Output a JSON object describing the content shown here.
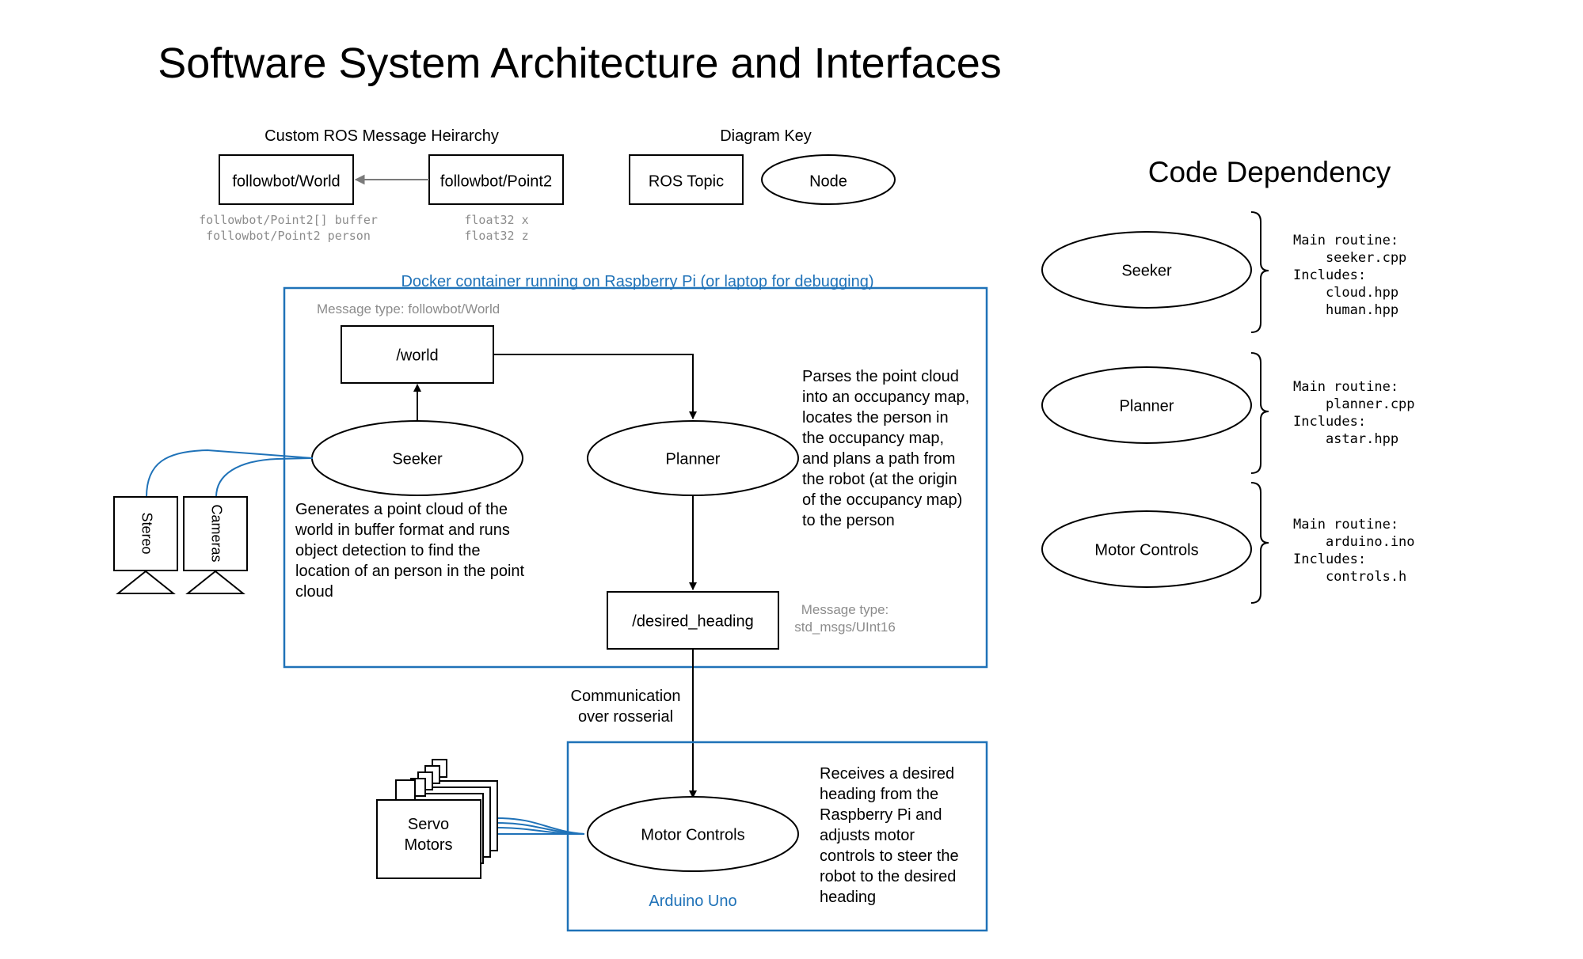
{
  "title": "Software System Architecture and Interfaces",
  "colors": {
    "line": "#000000",
    "accent": "#1f72b8",
    "gray": "#8c8c8c",
    "arrow_gray": "#7a7a7a"
  },
  "hierarchy": {
    "heading": "Custom ROS Message Heirarchy",
    "world_box": "followbot/World",
    "point_box": "followbot/Point2",
    "world_fields": [
      "followbot/Point2[] buffer",
      "followbot/Point2 person"
    ],
    "point_fields": [
      "float32 x",
      "float32 z"
    ]
  },
  "key": {
    "heading": "Diagram Key",
    "topic_label": "ROS Topic",
    "node_label": "Node"
  },
  "docker": {
    "caption": "Docker container running on Raspberry Pi (or laptop for debugging)",
    "world_msg_type": "Message type: followbot/World",
    "world_topic": "/world",
    "seeker": "Seeker",
    "planner": "Planner",
    "desired_heading": "/desired_heading",
    "heading_msg_type": [
      "Message type:",
      "std_msgs/UInt16"
    ],
    "seeker_desc": [
      "Generates a point cloud of the",
      "world in buffer format and runs",
      "object detection to find the",
      "location of an  person in the point",
      "cloud"
    ],
    "planner_desc": [
      "Parses the point cloud",
      "into an occupancy map,",
      "locates the person in",
      "the occupancy map,",
      "and plans a path from",
      "the robot (at the origin",
      "of the occupancy map)",
      "to the person"
    ]
  },
  "cameras": {
    "stereo": "Stereo",
    "cameras": "Cameras"
  },
  "comm": [
    "Communication",
    "over rosserial"
  ],
  "arduino": {
    "motor_controls": "Motor Controls",
    "label": "Arduino Uno",
    "desc": [
      "Receives a desired",
      "heading from the",
      "Raspberry Pi and",
      "adjusts motor",
      "controls to steer the",
      "robot to the desired",
      "heading"
    ]
  },
  "servo": [
    "Servo",
    "Motors"
  ],
  "code_dependency": {
    "heading": "Code Dependency",
    "items": [
      {
        "node": "Seeker",
        "lines": [
          "Main routine:",
          "    seeker.cpp",
          "Includes:",
          "    cloud.hpp",
          "    human.hpp"
        ]
      },
      {
        "node": "Planner",
        "lines": [
          "Main routine:",
          "    planner.cpp",
          "Includes:",
          "    astar.hpp"
        ]
      },
      {
        "node": "Motor Controls",
        "lines": [
          "Main routine:",
          "    arduino.ino",
          "Includes:",
          "    controls.h"
        ]
      }
    ]
  }
}
